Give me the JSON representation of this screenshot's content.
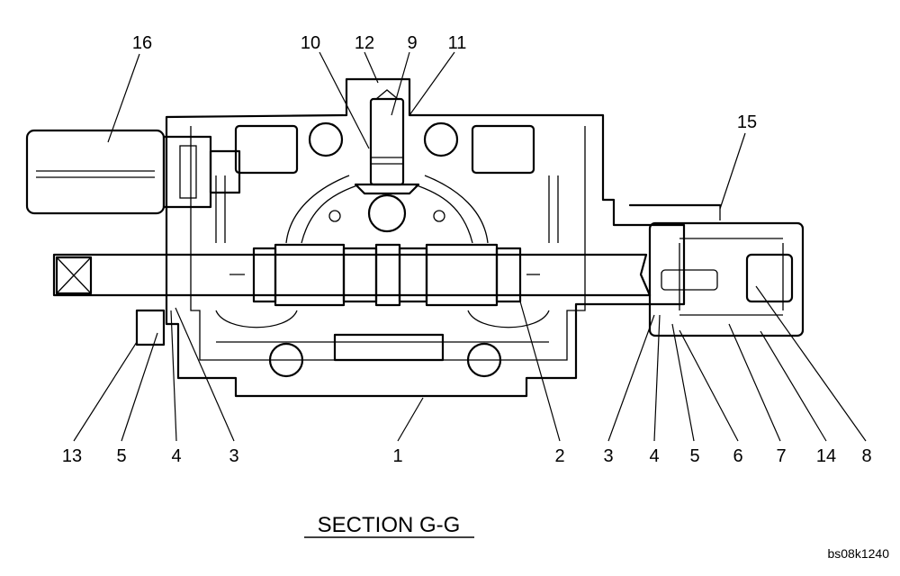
{
  "title": "SECTION G-G",
  "reference_code": "bs08k1240",
  "callouts_top": [
    "16",
    "10",
    "12",
    "9",
    "11",
    "15"
  ],
  "callouts_bottom": [
    "13",
    "5",
    "4",
    "3",
    "1",
    "2",
    "3",
    "4",
    "5",
    "6",
    "7",
    "14",
    "8"
  ]
}
